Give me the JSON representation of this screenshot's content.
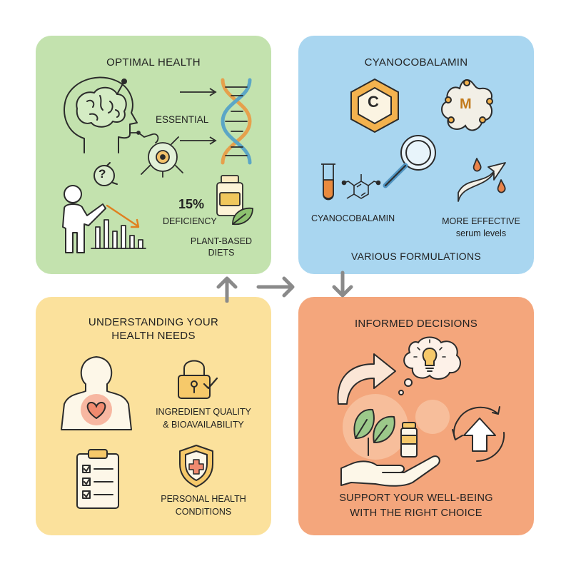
{
  "panels": {
    "optimal_health": {
      "title": "OPTIMAL HEALTH",
      "essential_label": "ESSENTIAL",
      "percent": "15%",
      "deficiency_label": "DEFICIENCY",
      "plant_label_line1": "PLANT-BASED",
      "plant_label_line2": "DIETS",
      "question_mark": "?",
      "color": "#c3e2ae"
    },
    "cyanocobalamin": {
      "title": "CYANOCOBALAMIN",
      "c_letter": "C",
      "m_letter": "M",
      "cyano_label": "CYANOCOBALAMIN",
      "effective_line1": "MORE EFFECTIVE",
      "effective_line2": "serum levels",
      "formulations_label": "VARIOUS FORMULATIONS",
      "color": "#a9d6f0"
    },
    "understanding": {
      "title_line1": "UNDERSTANDING YOUR",
      "title_line2": "HEALTH NEEDS",
      "quality_line1": "INGREDIENT QUALITY",
      "quality_line2": "& BIOAVAILABILITY",
      "conditions_line1": "PERSONAL HEALTH",
      "conditions_line2": "CONDITIONS",
      "color": "#fbe19c"
    },
    "informed": {
      "title": "INFORMED DECISIONS",
      "support_line1": "SUPPORT YOUR WELL-BEING",
      "support_line2": "WITH THE RIGHT CHOICE",
      "color": "#f4a67c"
    }
  },
  "icons": [
    "brain-icon",
    "dna-icon",
    "neuron-icon",
    "person-question-icon",
    "bar-chart-down-icon",
    "supplement-bottle-icon",
    "leaf-icon",
    "hexagon-c-icon",
    "molecule-m-icon",
    "test-tube-icon",
    "molecule-structure-icon",
    "magnifier-icon",
    "rising-arrow-drops-icon",
    "body-heart-icon",
    "padlock-check-icon",
    "checklist-clipboard-icon",
    "shield-cross-icon",
    "curved-arrow-icon",
    "thought-lightbulb-icon",
    "hand-leaf-icon",
    "cycle-up-arrow-icon"
  ]
}
